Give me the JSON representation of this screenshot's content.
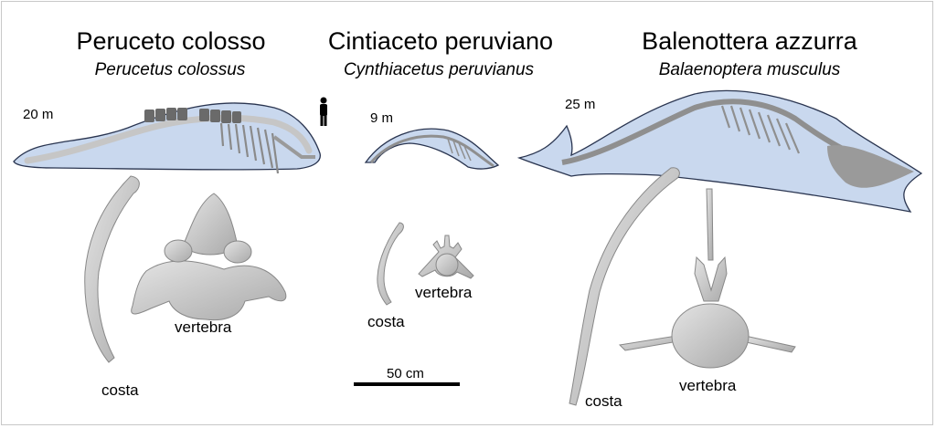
{
  "species": [
    {
      "common_name": "Peruceto colosso",
      "scientific_name": "Perucetus colossus",
      "length": "20 m",
      "rib_label": "costa",
      "vertebra_label": "vertebra"
    },
    {
      "common_name": "Cintiaceto peruviano",
      "scientific_name": "Cynthiacetus peruvianus",
      "length": "9 m",
      "rib_label": "costa",
      "vertebra_label": "vertebra"
    },
    {
      "common_name": "Balenottera azzurra",
      "scientific_name": "Balaenoptera musculus",
      "length": "25 m",
      "rib_label": "costa",
      "vertebra_label": "vertebra"
    }
  ],
  "scale_bar": {
    "label": "50 cm"
  },
  "colors": {
    "body_fill": "#c9d8ee",
    "body_outline": "#2a3550",
    "skeleton": "#8f8f8f",
    "dark_vertebrae": "#5e5e5e",
    "bone": "#cfcfcf",
    "human": "#000000"
  },
  "icons": {
    "human_silhouette": "human-silhouette-icon"
  }
}
